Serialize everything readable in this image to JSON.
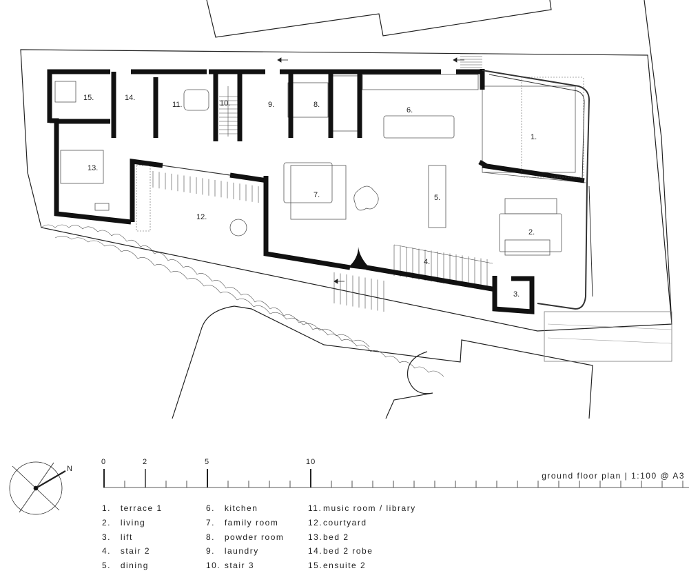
{
  "north_label": "N",
  "plan_title": "ground floor plan | 1:100 @ A3",
  "scale_ticks": [
    "0",
    "2",
    "5",
    "10"
  ],
  "room_tags": [
    {
      "id": "terrace",
      "text": "1."
    },
    {
      "id": "living",
      "text": "2."
    },
    {
      "id": "lift",
      "text": "3."
    },
    {
      "id": "stair2",
      "text": "4."
    },
    {
      "id": "dining",
      "text": "5."
    },
    {
      "id": "kitchen",
      "text": "6."
    },
    {
      "id": "family",
      "text": "7."
    },
    {
      "id": "powder",
      "text": "8."
    },
    {
      "id": "laundry",
      "text": "9."
    },
    {
      "id": "stair3",
      "text": "10."
    },
    {
      "id": "music",
      "text": "11."
    },
    {
      "id": "courtyard",
      "text": "12."
    },
    {
      "id": "bed2",
      "text": "13."
    },
    {
      "id": "robe",
      "text": "14."
    },
    {
      "id": "ensuite",
      "text": "15."
    }
  ],
  "legend": {
    "col1": [
      {
        "num": "1.",
        "name": "terrace 1"
      },
      {
        "num": "2.",
        "name": "living"
      },
      {
        "num": "3.",
        "name": "lift"
      },
      {
        "num": "4.",
        "name": "stair 2"
      },
      {
        "num": "5.",
        "name": "dining"
      }
    ],
    "col2": [
      {
        "num": "6.",
        "name": "kitchen"
      },
      {
        "num": "7.",
        "name": "family room"
      },
      {
        "num": "8.",
        "name": "powder room"
      },
      {
        "num": "9.",
        "name": "laundry"
      },
      {
        "num": "10.",
        "name": "stair 3"
      }
    ],
    "col3": [
      {
        "num": "11.",
        "name": "music room / library"
      },
      {
        "num": "12.",
        "name": "courtyard"
      },
      {
        "num": "13.",
        "name": "bed 2"
      },
      {
        "num": "14.",
        "name": "bed 2 robe"
      },
      {
        "num": "15.",
        "name": "ensuite 2"
      }
    ]
  }
}
